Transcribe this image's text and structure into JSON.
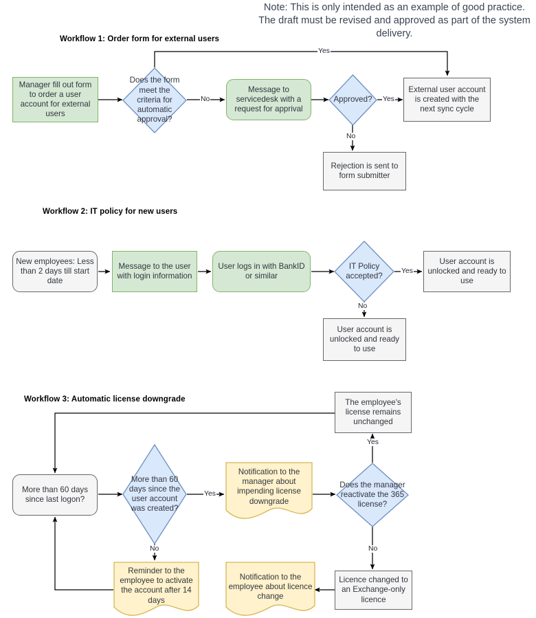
{
  "note": "Note: This is only intended as an example of good practice. The draft must be revised and approved as part of the system delivery.",
  "colors": {
    "green_fill": "#d5e8d4",
    "green_stroke": "#82b366",
    "blue_fill": "#dae8fc",
    "blue_stroke": "#6c8ebf",
    "grey_fill": "#f5f5f5",
    "grey_stroke": "#666666",
    "yellow_fill": "#fff2cc",
    "yellow_stroke": "#d6b656",
    "line": "#000000"
  },
  "workflows": [
    {
      "title": "Workflow 1: Order form for external users",
      "nodes": {
        "start": "Manager fill out form to order a user account for external users",
        "decision_criteria": "Does the form meet the criteria for automatic approval?",
        "message_servicedesk": "Message to servicedesk with a request for apprival",
        "decision_approved": "Approved?",
        "account_created": "External user account is created with the next sync cycle",
        "rejection": "Rejection is sent to form submitter"
      },
      "edge_labels": {
        "criteria_yes": "Yes",
        "criteria_no": "No",
        "approved_yes": "Yes",
        "approved_no": "No"
      }
    },
    {
      "title": "Workflow 2: IT policy for new users",
      "nodes": {
        "start": "New employees: Less than 2 days till start date",
        "message_user": "Message to the user with login information",
        "user_logs_in": "User logs in with BankID or similar",
        "decision_policy": "IT Policy accepted?",
        "account_unlocked_yes": "User account is unlocked and ready to use",
        "account_unlocked_no": "User account is unlocked and ready to use"
      },
      "edge_labels": {
        "policy_yes": "Yes",
        "policy_no": "No"
      }
    },
    {
      "title": "Workflow 3: Automatic license downgrade",
      "nodes": {
        "license_unchanged": "The employee's license remains unchanged",
        "last_logon": "More than 60 days since last logon?",
        "decision_created": "More than 60 days since the user account was created?",
        "notify_manager": "Notification to the manager about impending license downgrade",
        "decision_reactivate": "Does the manager reactivate the 365 license?",
        "reminder_employee": "Reminder to the employee to activate the account after 14 days",
        "notify_employee": "Notification to the employee about licence change",
        "licence_changed": "Licence changed to an Exchange-only licence"
      },
      "edge_labels": {
        "created_yes": "Yes",
        "created_no": "No",
        "reactivate_yes": "Yes",
        "reactivate_no": "No"
      }
    }
  ]
}
